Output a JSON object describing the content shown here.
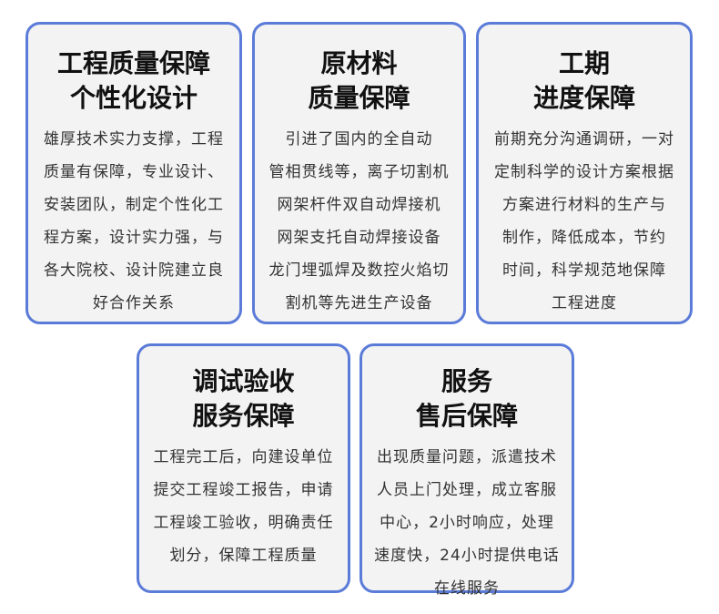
{
  "cards": [
    {
      "title": [
        "工程质量保障",
        "个性化设计"
      ],
      "body": [
        "雄厚技术实力支撑，工程",
        "质量有保障，专业设计、",
        "安装团队，制定个性化工",
        "程方案，设计实力强，与",
        "各大院校、设计院建立良",
        "好合作关系"
      ]
    },
    {
      "title": [
        "原材料",
        "质量保障"
      ],
      "body": [
        "引进了国内的全自动",
        "管相贯线等，离子切割机",
        "网架杆件双自动焊接机",
        "网架支托自动焊接设备",
        "龙门埋弧焊及数控火焰切",
        "割机等先进生产设备"
      ]
    },
    {
      "title": [
        "工期",
        "进度保障"
      ],
      "body": [
        "前期充分沟通调研，一对",
        "定制科学的设计方案根据",
        "方案进行材料的生产与",
        "制作，降低成本，节约",
        "时间，科学规范地保障",
        "工程进度"
      ]
    },
    {
      "title": [
        "调试验收",
        "服务保障"
      ],
      "body": [
        "工程完工后，向建设单位",
        "提交工程竣工报告，申请",
        "工程竣工验收，明确责任",
        "划分，保障工程质量"
      ]
    },
    {
      "title": [
        "服务",
        "售后保障"
      ],
      "body": [
        "出现质量问题，派遣技术",
        "人员上门处理，成立客服",
        "中心，2小时响应，处理",
        "速度快，24小时提供电话",
        "在线服务"
      ]
    }
  ],
  "colors": {
    "border": "#5b7bd8",
    "card_bg": "#f3f3f3"
  }
}
